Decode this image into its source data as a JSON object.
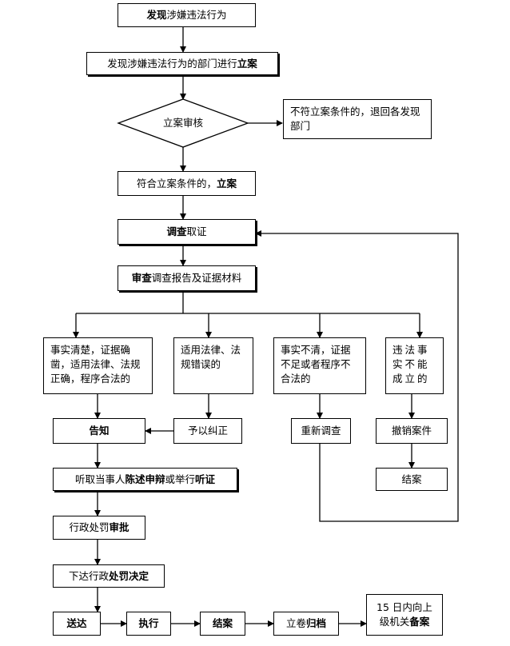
{
  "nodes": {
    "discover": [
      {
        "t": "发现",
        "b": true
      },
      {
        "t": "涉嫌违法行为"
      }
    ],
    "register": [
      {
        "t": "发现涉嫌违法行为的部门进行"
      },
      {
        "t": "立案",
        "b": true
      }
    ],
    "review": [
      {
        "t": "立案"
      },
      {
        "t": "审核",
        "b": true
      }
    ],
    "reject": "不符立案条件的，退回各发现部门",
    "accept": [
      {
        "t": "符合立案条件的，"
      },
      {
        "t": "立案",
        "b": true
      }
    ],
    "investigate": [
      {
        "t": "调查",
        "b": true
      },
      {
        "t": "取证"
      }
    ],
    "examine": [
      {
        "t": "审查",
        "b": true
      },
      {
        "t": "调查报告及证据材料"
      }
    ],
    "branch1": "事实清楚，证据确凿，适用法律、法规正确，程序合法的",
    "branch2": "适用法律、法规错误的",
    "branch3": "事实不清，证据不足或者程序不合法的",
    "branch4": "违法事实不能成立的",
    "notify": "告知",
    "correct": "予以纠正",
    "reinvestigate": "重新调查",
    "withdraw": "撤销案件",
    "close_withdraw": "结案",
    "hearing": [
      {
        "t": "听取当事人"
      },
      {
        "t": "陈述申辩",
        "b": true
      },
      {
        "t": "或举行"
      },
      {
        "t": "听证",
        "b": true
      }
    ],
    "approve": [
      {
        "t": "行政处罚"
      },
      {
        "t": "审批",
        "b": true
      }
    ],
    "decision": [
      {
        "t": "下达行政"
      },
      {
        "t": "处罚决定",
        "b": true
      }
    ],
    "deliver": "送达",
    "execute": "执行",
    "close": "结案",
    "archive": [
      {
        "t": "立卷"
      },
      {
        "t": "归档",
        "b": true
      }
    ],
    "report": [
      {
        "t": "15 日内向上级机关"
      },
      {
        "t": "备案",
        "b": true
      }
    ]
  }
}
